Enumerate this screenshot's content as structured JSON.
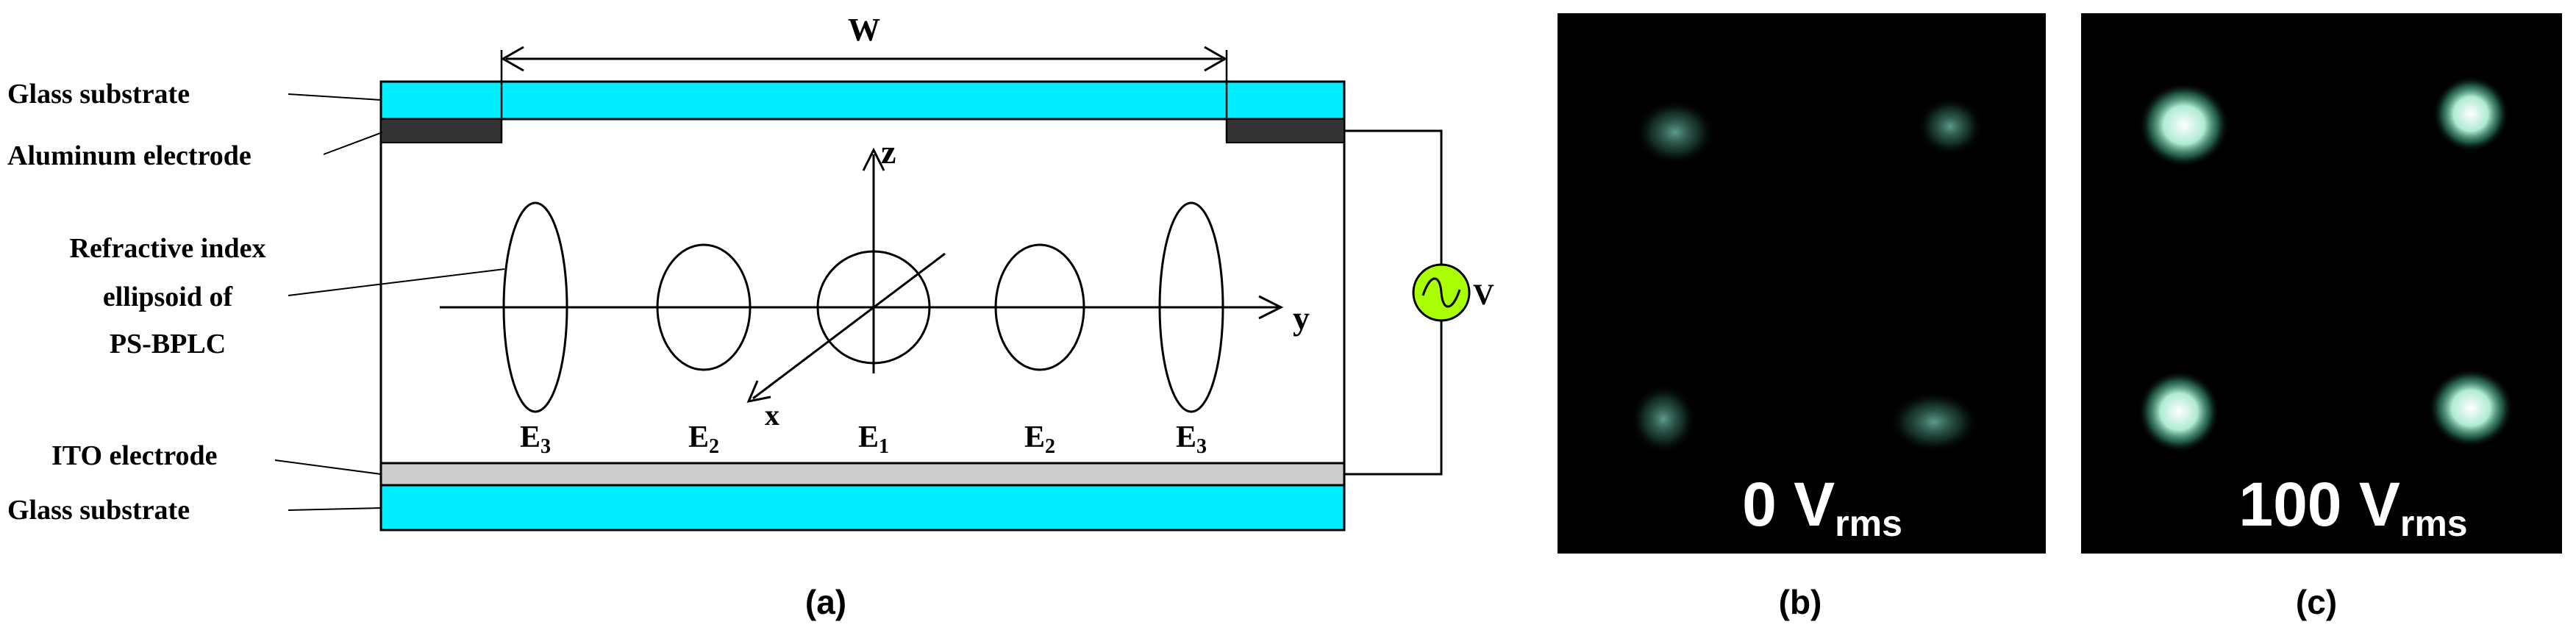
{
  "colors": {
    "glass": "#00eeff",
    "aluminum": "#333333",
    "ito": "#cccccc",
    "source": "#aaff00",
    "panel_bg": "#000000",
    "spot": "#bff7e5",
    "stroke": "#000000"
  },
  "panel_a": {
    "width_label": "W",
    "labels": {
      "glass_top": "Glass substrate",
      "aluminum": "Aluminum electrode",
      "ri_line1": "Refractive index",
      "ri_line2": "ellipsoid of",
      "ri_line3": "PS-BPLC",
      "ito": "ITO electrode",
      "glass_bottom": "Glass substrate"
    },
    "axes": {
      "z": "z",
      "y": "y",
      "x": "x"
    },
    "voltage_label": "V",
    "fields": [
      {
        "base": "E",
        "sub": "3"
      },
      {
        "base": "E",
        "sub": "2"
      },
      {
        "base": "E",
        "sub": "1"
      },
      {
        "base": "E",
        "sub": "2"
      },
      {
        "base": "E",
        "sub": "3"
      }
    ],
    "caption": "(a)"
  },
  "panel_b": {
    "value": "0 V",
    "unit_sub": "rms",
    "caption": "(b)"
  },
  "panel_c": {
    "value": "100 V",
    "unit_sub": "rms",
    "caption": "(c)"
  }
}
